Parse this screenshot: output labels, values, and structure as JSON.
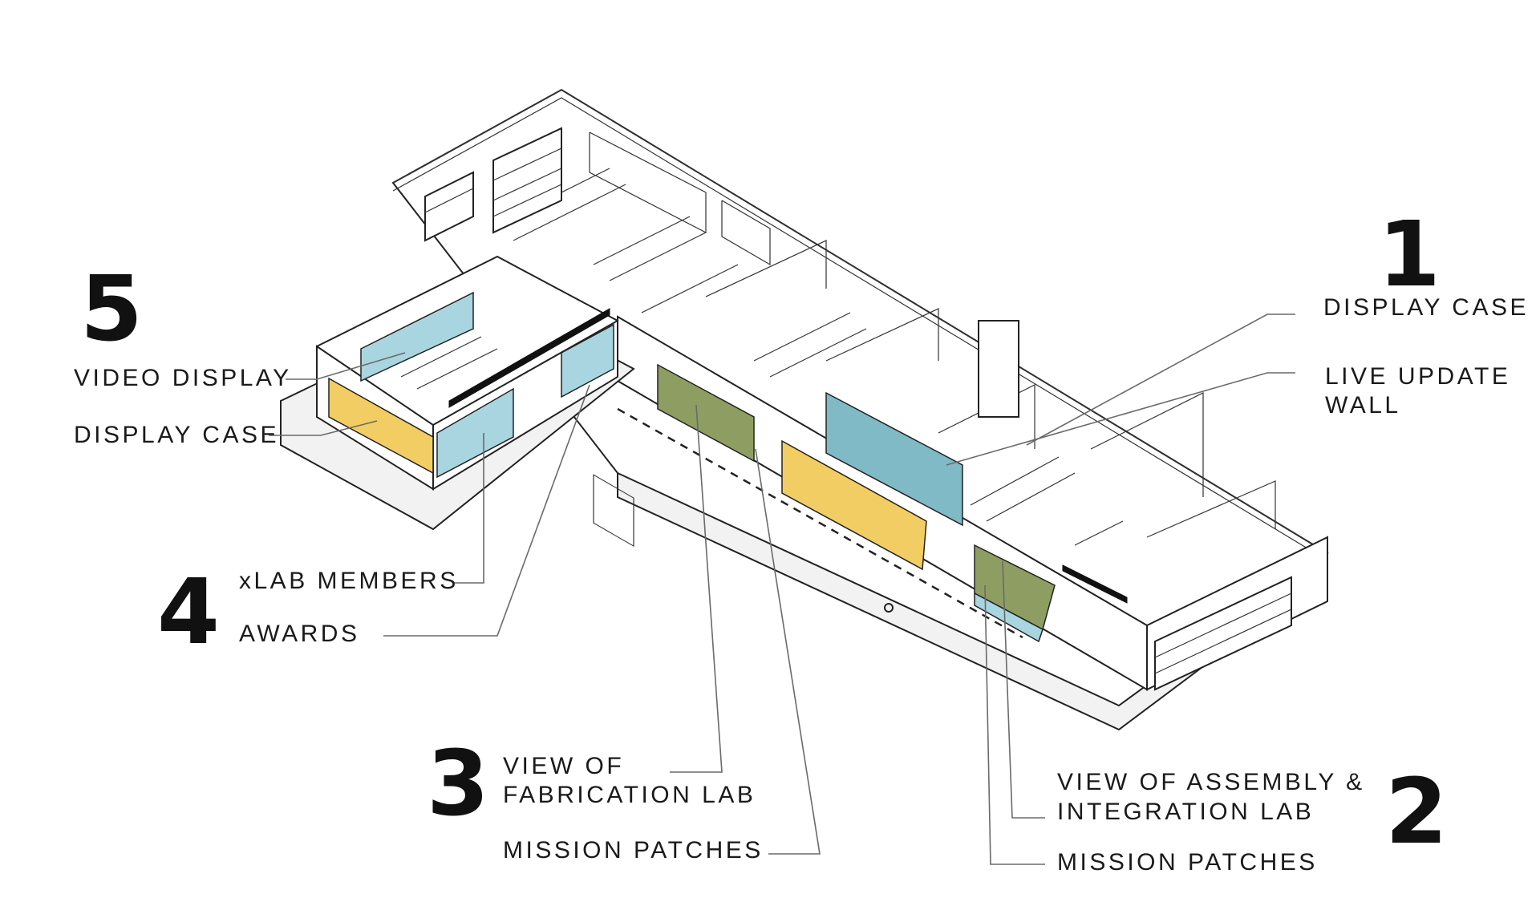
{
  "callouts": {
    "zone1": {
      "number": "1",
      "labels": [
        "DISPLAY CASE",
        "LIVE UPDATE",
        "WALL"
      ]
    },
    "zone2": {
      "number": "2",
      "labels": [
        "VIEW OF ASSEMBLY &",
        "INTEGRATION LAB",
        "MISSION PATCHES"
      ]
    },
    "zone3": {
      "number": "3",
      "labels": [
        "VIEW OF",
        "FABRICATION LAB",
        "MISSION PATCHES"
      ]
    },
    "zone4": {
      "number": "4",
      "labels": [
        "xLAB MEMBERS",
        "AWARDS"
      ]
    },
    "zone5": {
      "number": "5",
      "labels": [
        "VIDEO DISPLAY",
        "DISPLAY CASE"
      ]
    }
  },
  "colors": {
    "display_case": "#f2cd64",
    "glass": "#a9d5e0",
    "live_update_wall": "#7fbac6",
    "patch_panel": "#8e9e63"
  }
}
